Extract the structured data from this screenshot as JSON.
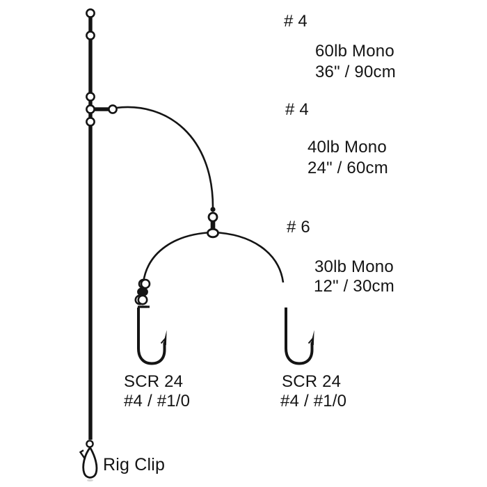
{
  "rig": {
    "sections": [
      {
        "hook_size": "# 4",
        "line": "60lb Mono",
        "length": "36\" / 90cm"
      },
      {
        "hook_size": "# 4",
        "line": "40lb Mono",
        "length": "24\" / 60cm"
      },
      {
        "hook_size": "# 6",
        "line": "30lb Mono",
        "length": "12\" / 30cm"
      }
    ],
    "hooks": [
      {
        "model": "SCR 24",
        "sizes": "#4 / #1/0"
      },
      {
        "model": "SCR 24",
        "sizes": "#4 / #1/0"
      }
    ],
    "clip_label": "Rig Clip",
    "colors": {
      "ink": "#141414",
      "background": "#ffffff"
    }
  }
}
